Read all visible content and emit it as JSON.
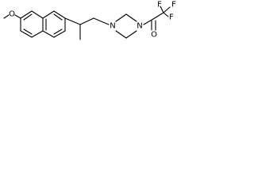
{
  "structure": {
    "atoms": {
      "methoxy_oxygen": "O",
      "piperazine_n_left": "N",
      "piperazine_n_right": "N",
      "carbonyl_oxygen": "O",
      "fluorine_1": "F",
      "fluorine_2": "F",
      "fluorine_3": "F"
    }
  }
}
